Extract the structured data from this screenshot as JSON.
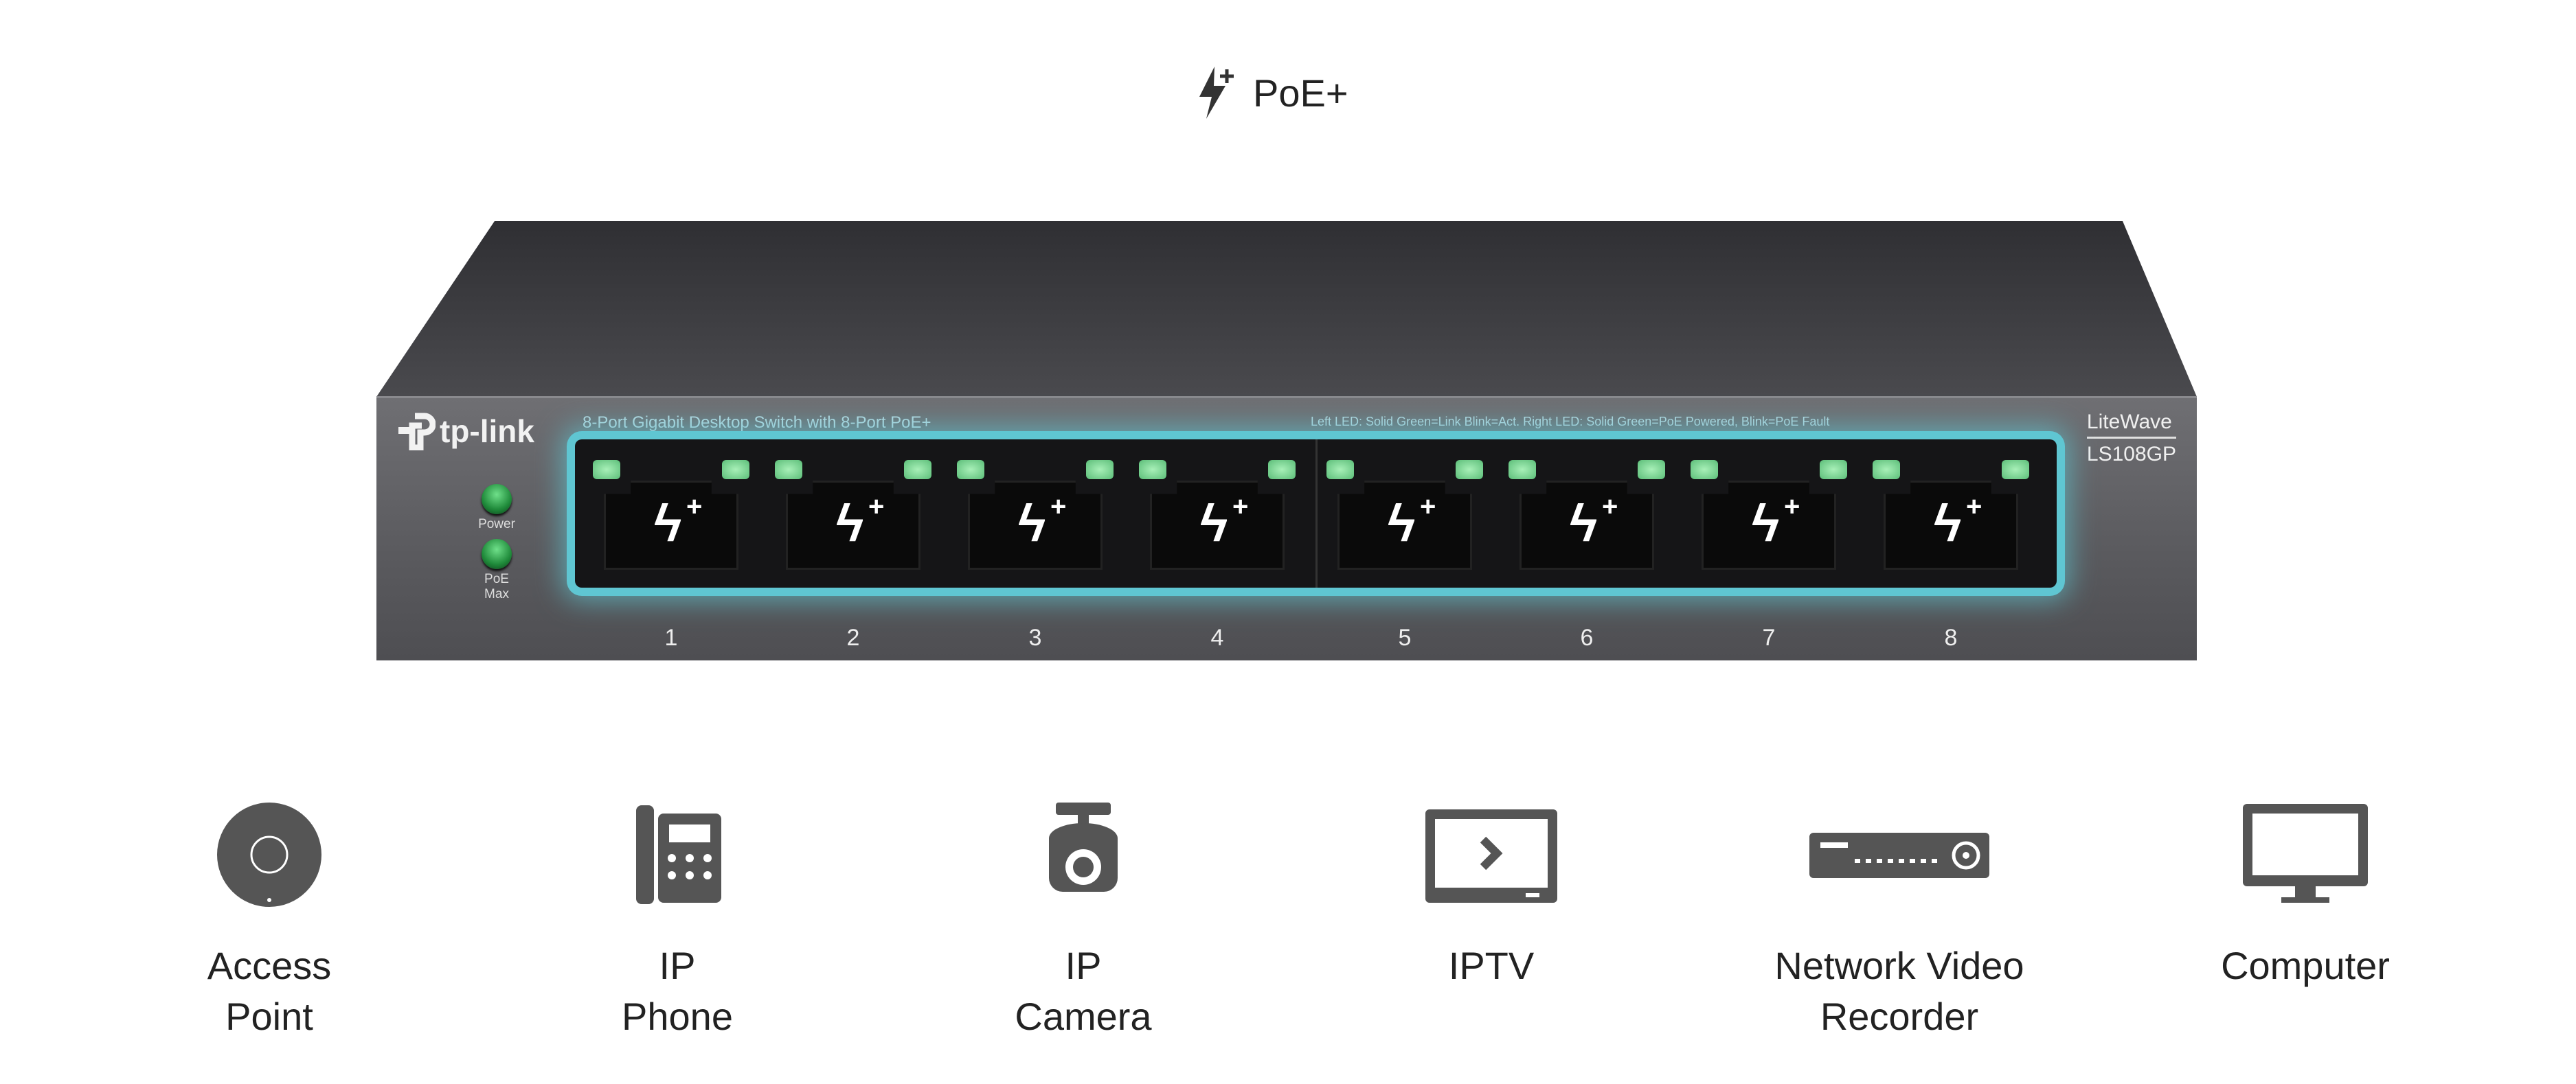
{
  "header": {
    "label": "PoE+",
    "icon": "lightning-plus-icon"
  },
  "switch": {
    "brand": "tp-link",
    "title": "8-Port Gigabit Desktop Switch with 8-Port PoE+",
    "led_legend": "Left LED: Solid Green=Link Blink=Act.    Right LED: Solid Green=PoE Powered, Blink=PoE Fault",
    "series": "LiteWave",
    "model": "LS108GP",
    "leds": [
      {
        "label": "Power"
      },
      {
        "label": "PoE Max"
      }
    ],
    "ports": [
      "1",
      "2",
      "3",
      "4",
      "5",
      "6",
      "7",
      "8"
    ],
    "glow_color": "#5fc6d2"
  },
  "devices": [
    {
      "line1": "Access",
      "line2": "Point",
      "icon": "access-point-icon"
    },
    {
      "line1": "IP",
      "line2": "Phone",
      "icon": "ip-phone-icon"
    },
    {
      "line1": "IP",
      "line2": "Camera",
      "icon": "ip-camera-icon"
    },
    {
      "line1": "IPTV",
      "line2": "",
      "icon": "iptv-icon"
    },
    {
      "line1": "Network Video",
      "line2": "Recorder",
      "icon": "nvr-icon"
    },
    {
      "line1": "Computer",
      "line2": "",
      "icon": "computer-icon"
    }
  ]
}
